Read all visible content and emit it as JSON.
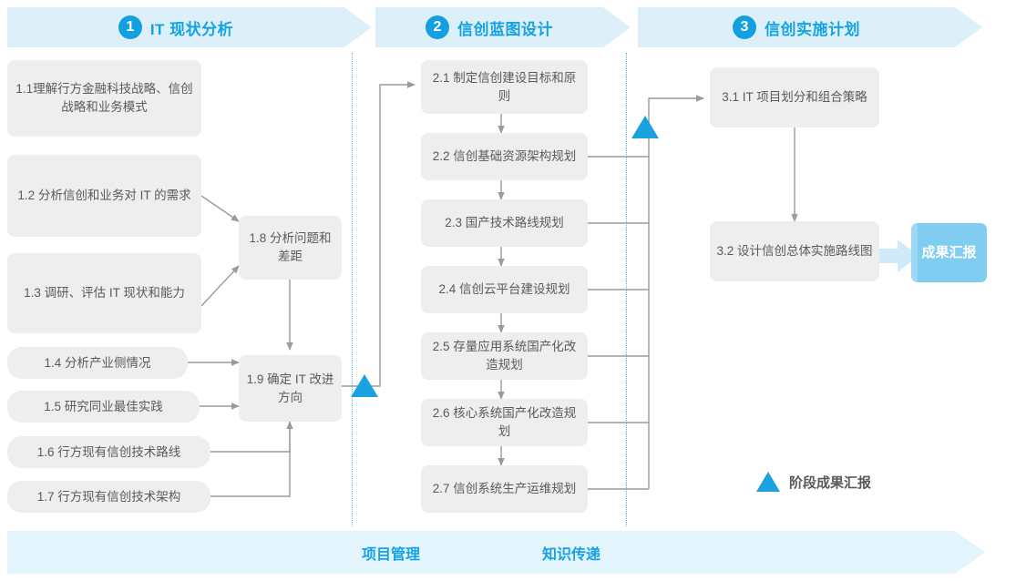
{
  "phases": [
    {
      "number": "1",
      "title": "IT 现状分析"
    },
    {
      "number": "2",
      "title": "信创蓝图设计"
    },
    {
      "number": "3",
      "title": "信创实施计划"
    }
  ],
  "nodes": {
    "n11": "1.1理解行方金融科技战略、信创战略和业务模式",
    "n12": "1.2 分析信创和业务对 IT 的需求",
    "n13": "1.3 调研、评估 IT 现状和能力",
    "n14": "1.4 分析产业侧情况",
    "n15": "1.5 研究同业最佳实践",
    "n16": "1.6 行方现有信创技术路线",
    "n17": "1.7 行方现有信创技术架构",
    "n18": "1.8 分析问题和差距",
    "n19": "1.9 确定 IT 改进方向",
    "n21": "2.1 制定信创建设目标和原则",
    "n22": "2.2 信创基础资源架构规划",
    "n23": "2.3 国产技术路线规划",
    "n24": "2.4 信创云平台建设规划",
    "n25": "2.5 存量应用系统国产化改造规划",
    "n26": "2.6 核心系统国产化改造规划",
    "n27": "2.7 信创系统生产运维规划",
    "n31": "3.1 IT 项目划分和组合策略",
    "n32": "3.2 设计信创总体实施路线图",
    "result": "成果汇报"
  },
  "legend": {
    "label": "阶段成果汇报"
  },
  "bottom": {
    "items": [
      "项目管理",
      "知识传递"
    ]
  },
  "colors": {
    "accent": "#13a3e3",
    "badge": "#14a0e0",
    "band": "#ddf0fa",
    "bottom_band": "#e4f4fc",
    "box_fill": "#eeeeee",
    "box_text": "#5a5a5a",
    "result_fill": "#7fcdf0",
    "connector": "#9a9a9a",
    "divider": "#56c0e8",
    "milestone": "#1aa2e0"
  }
}
